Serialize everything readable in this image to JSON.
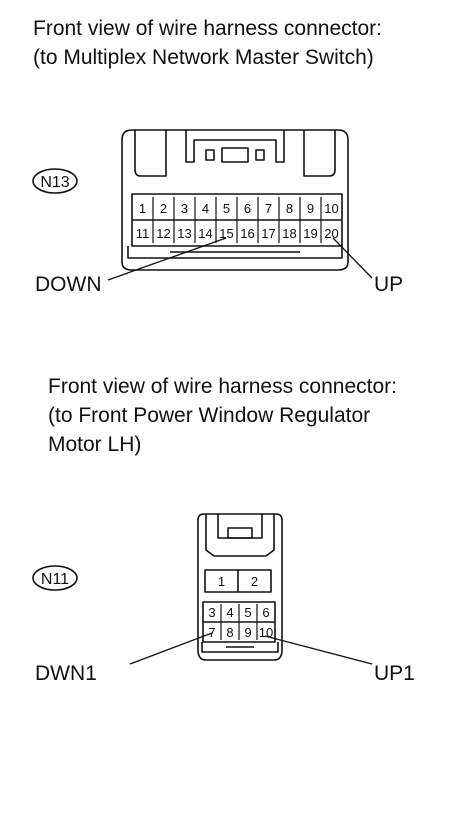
{
  "connectors": [
    {
      "caption_lines": [
        "Front view of wire harness connector:",
        "(to Multiplex Network Master Switch)"
      ],
      "id": "N13",
      "pins_top": [
        "1",
        "2",
        "3",
        "4",
        "5",
        "6",
        "7",
        "8",
        "9",
        "10"
      ],
      "pins_bottom": [
        "11",
        "12",
        "13",
        "14",
        "15",
        "16",
        "17",
        "18",
        "19",
        "20"
      ],
      "callout_left": "DOWN",
      "callout_right": "UP"
    },
    {
      "caption_lines": [
        "Front view of wire harness connector:",
        "(to Front Power Window Regulator",
        "Motor LH)"
      ],
      "id": "N11",
      "pins_top": [
        "1",
        "2"
      ],
      "pins_mid": [
        "3",
        "4",
        "5",
        "6"
      ],
      "pins_bottom": [
        "7",
        "8",
        "9",
        "10"
      ],
      "callout_left": "DWN1",
      "callout_right": "UP1"
    }
  ]
}
